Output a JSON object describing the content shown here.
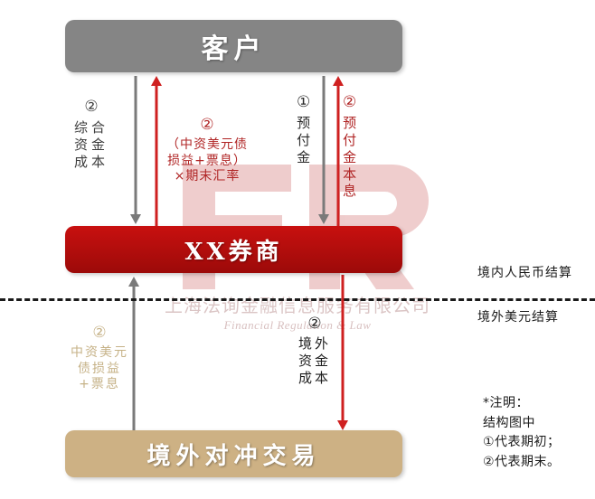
{
  "watermark": {
    "logo_text": "FR",
    "company_cn": "上海法询金融信息服务有限公司",
    "company_en": "Financial Regulation & Law"
  },
  "boxes": {
    "client": "客户",
    "broker": "XX券商",
    "offshore": "境外对冲交易"
  },
  "divider": {
    "onshore_label": "境内人民币结算",
    "offshore_label": "境外美元结算"
  },
  "flows": {
    "funding_cost": {
      "marker": "②",
      "lines": [
        "综合",
        "资金",
        "成本"
      ]
    },
    "bond_pl_fx": {
      "marker": "②",
      "lines": [
        "（中资美元债",
        "损益+票息）",
        "×期末汇率"
      ]
    },
    "prepay": {
      "marker": "①",
      "lines": [
        "预",
        "付",
        "金"
      ]
    },
    "prepay_principal_interest": {
      "marker": "②",
      "lines": [
        "预",
        "付",
        "金",
        "本",
        "息"
      ]
    },
    "bond_pl": {
      "marker": "②",
      "lines": [
        "中资美元",
        "债损益",
        "+票息"
      ]
    },
    "offshore_cost": {
      "marker": "②",
      "lines": [
        "境外",
        "资金",
        "成本"
      ]
    }
  },
  "note": {
    "lines": [
      "*注明：",
      "结构图中",
      "①代表期初；",
      "②代表期末。"
    ]
  },
  "colors": {
    "client_box": "#858585",
    "broker_box": "#b00d0c",
    "offshore_box": "#cdb184",
    "red_arrow": "#cf2020",
    "gray_arrow": "#7a7a7a",
    "tan_text": "#c6b287"
  }
}
